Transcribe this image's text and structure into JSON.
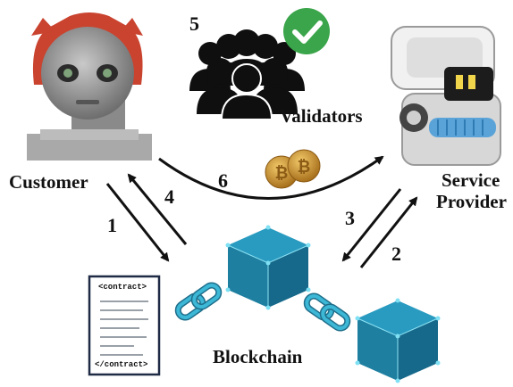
{
  "actors": {
    "customer": "Customer",
    "service_provider_line1": "Service",
    "service_provider_line2": "Provider",
    "validators": "Validators",
    "blockchain": "Blockchain"
  },
  "contract": {
    "open_tag": "<contract>",
    "close_tag": "</contract>"
  },
  "steps": [
    "1",
    "2",
    "3",
    "4",
    "5",
    "6"
  ],
  "icons": {
    "customer": "robot-head-icon",
    "service_provider": "robot-icon",
    "validators": "crowd-icon",
    "validated": "checkmark-icon",
    "payment": "bitcoin-coins-icon",
    "contract": "contract-document-icon",
    "chain": "chain-link-icon",
    "block": "cube-icon"
  },
  "colors": {
    "cube_top": "#2a9bc0",
    "cube_left": "#1e7fa0",
    "cube_right": "#16698a",
    "check_green": "#3aa54a",
    "coin_gold": "#d39b2c",
    "link_blue": "#3cb7d6",
    "robot_red": "#c9432f"
  }
}
